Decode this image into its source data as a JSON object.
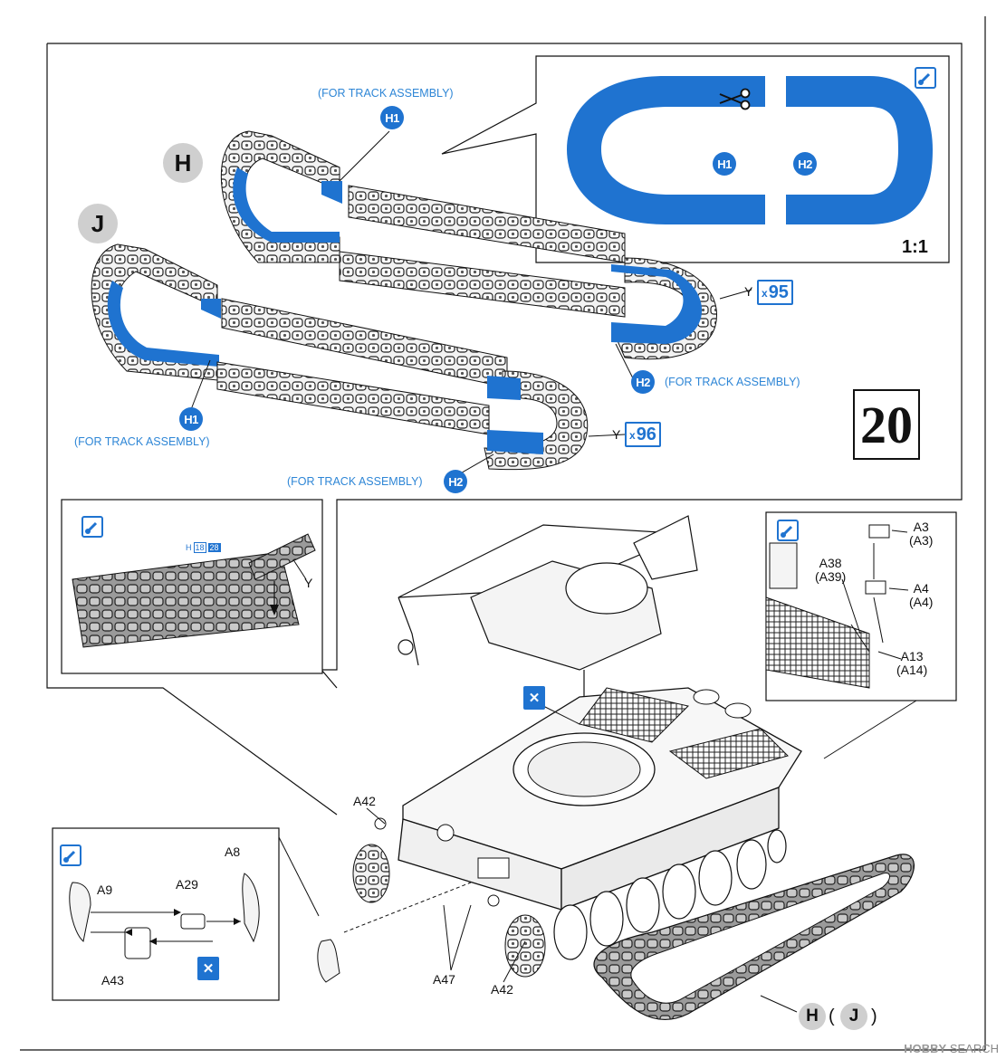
{
  "step_number": "20",
  "scale_note": "1:1",
  "track_assembly_note": "(FOR TRACK ASSEMBLY)",
  "parts": {
    "h1": "H1",
    "h2": "H2",
    "y": "Y",
    "qty_y_h": "95",
    "qty_y_j": "96",
    "qty_prefix": "x",
    "set_h": "H",
    "set_j": "J",
    "sprue_ref_letter": "H",
    "sprue_ref_a": "18",
    "sprue_ref_b": "28",
    "a3": "A3",
    "a3_alt": "(A3)",
    "a4": "A4",
    "a4_alt": "(A4)",
    "a13": "A13",
    "a13_alt": "(A14)",
    "a38": "A38",
    "a38_alt": "(A39)",
    "a42": "A42",
    "a47": "A47",
    "a8": "A8",
    "a9": "A9",
    "a29": "A29",
    "a43": "A43",
    "open_paren": "(",
    "close_paren": ")"
  },
  "watermark": {
    "brand": "HOBBY",
    "suffix": "SEARCH"
  },
  "colors": {
    "accent_blue": "#1f73d0",
    "track_grey": "#e8e8e8",
    "line": "#111111"
  },
  "icons": [
    "paint-icon",
    "glue-icon",
    "scissors-icon",
    "arrow-icon"
  ]
}
